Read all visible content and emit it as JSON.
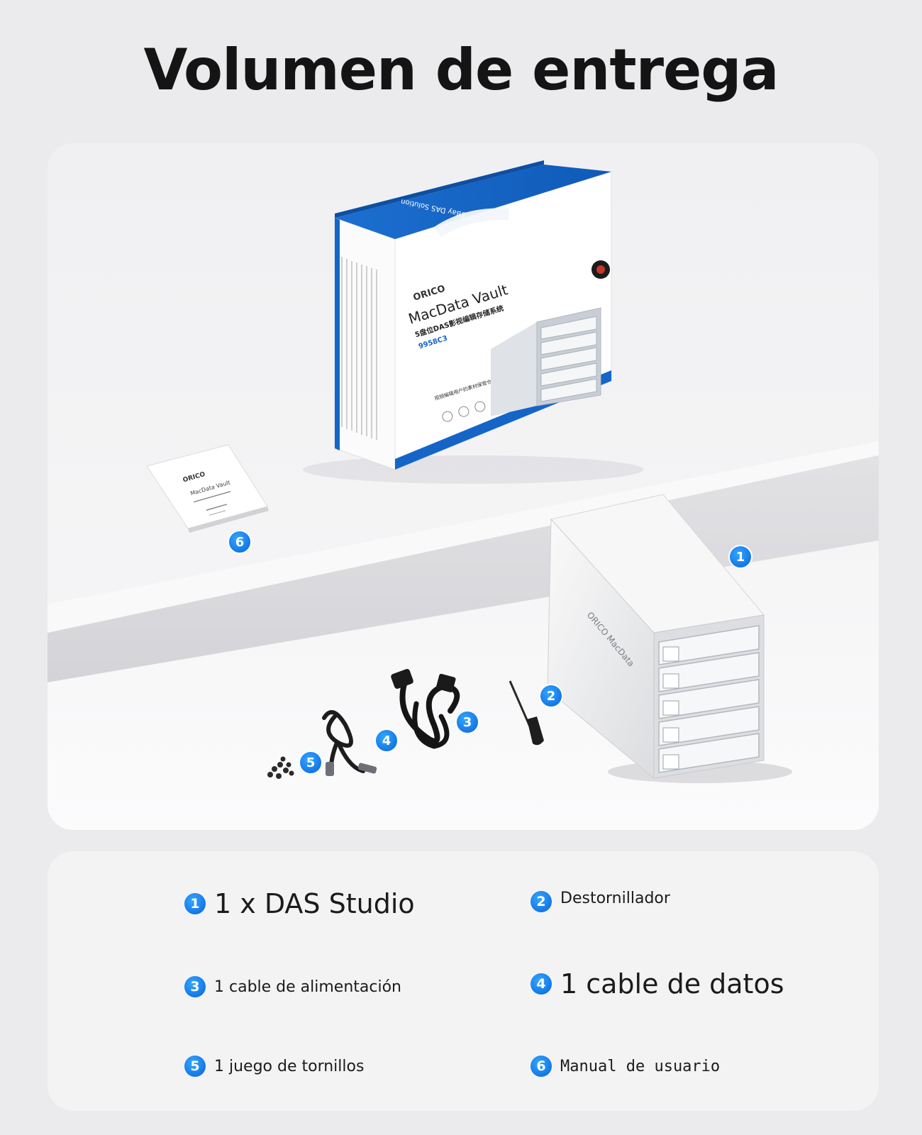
{
  "page": {
    "title": "Volumen de entrega"
  },
  "box": {
    "brand": "ORICO",
    "product_name": "MacData Vault",
    "subtitle_cn": "5盘位DAS影视编辑存储系统",
    "model": "9958C3",
    "tagline": "视频编辑用户的素材保管仓库",
    "top_text": "5Bay DAS Solution"
  },
  "manual": {
    "brand": "ORICO",
    "name": "MacData Vault"
  },
  "enclosure": {
    "side_label": "ORICO  MacData"
  },
  "markers": [
    "1",
    "2",
    "3",
    "4",
    "5",
    "6"
  ],
  "items": [
    {
      "number": "1",
      "label": "1 x DAS Studio"
    },
    {
      "number": "2",
      "label": "Destornillador"
    },
    {
      "number": "3",
      "label": "1 cable de alimentación"
    },
    {
      "number": "4",
      "label": "1 cable de datos"
    },
    {
      "number": "5",
      "label": "1 juego de tornillos"
    },
    {
      "number": "6",
      "label": "Manual de usuario"
    }
  ],
  "colors": {
    "accent_blue": "#1477e6",
    "box_blue": "#1565c8",
    "background": "#ebebed"
  }
}
